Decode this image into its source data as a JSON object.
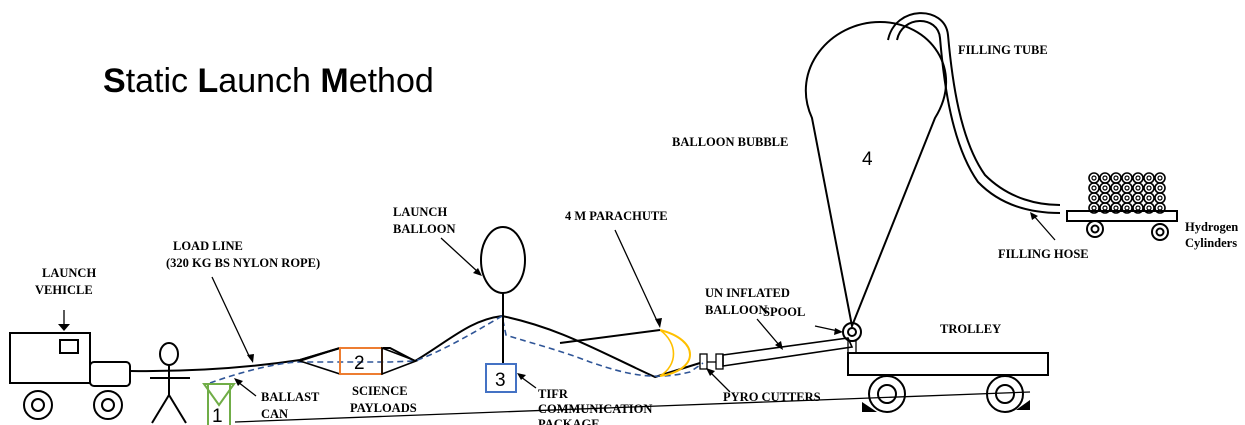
{
  "title": {
    "parts": [
      {
        "bold": "S",
        "rest": "tatic "
      },
      {
        "bold": "L",
        "rest": "aunch "
      },
      {
        "bold": "M",
        "rest": "ethod"
      }
    ]
  },
  "labels": {
    "filling_tube": "FILLING TUBE",
    "balloon_bubble": "BALLOON BUBBLE",
    "hydrogen_line1": "Hydrogen",
    "hydrogen_line2": "Cylinders",
    "filling_hose": "FILLING HOSE",
    "launch_balloon_line1": "LAUNCH",
    "launch_balloon_line2": "BALLOON",
    "parachute": "4 M PARACHUTE",
    "load_line_line1": "LOAD LINE",
    "load_line_line2": "(320 KG BS NYLON ROPE)",
    "launch_vehicle_line1": "LAUNCH",
    "launch_vehicle_line2": "VEHICLE",
    "uninflated_line1": "UN INFLATED",
    "uninflated_line2": "BALLOON",
    "spool": "SPOOL",
    "trolley": "TROLLEY",
    "ballast_line1": "BALLAST",
    "ballast_line2": "CAN",
    "science_line1": "SCIENCE",
    "science_line2": "PAYLOADS",
    "tifr_line1": "TIFR",
    "tifr_line2": "COMMUNICATION",
    "tifr_line3": "PACKAGE",
    "pyro": "PYRO CUTTERS"
  },
  "numbers": {
    "n1": "1",
    "n2": "2",
    "n3": "3",
    "n4": "4"
  },
  "colors": {
    "ballast": "#70ad47",
    "science": "#ed7d31",
    "tifr": "#4472c4",
    "parachute": "#ffc000",
    "load_line_dash": "#2f5597"
  }
}
